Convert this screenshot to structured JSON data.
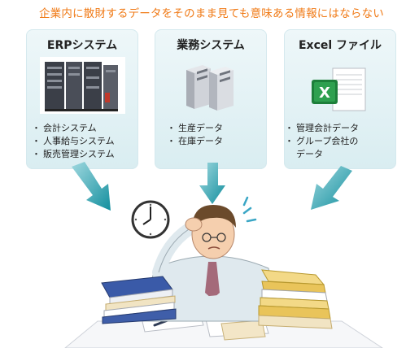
{
  "headline": "企業内に散財するデータをそのまま見ても意味ある情報にはならない",
  "panels": [
    {
      "title": "ERPシステム",
      "icon": "server-rack-icon",
      "items": [
        "会計システム",
        "人事給与システム",
        "販売管理システム"
      ]
    },
    {
      "title": "業務システム",
      "icon": "desktop-tower-servers-icon",
      "items": [
        "生産データ",
        "在庫データ"
      ]
    },
    {
      "title": "Excel ファイル",
      "icon": "excel-file-icon",
      "items": [
        "管理会計データ",
        "グループ会社の\nデータ"
      ]
    }
  ],
  "colors": {
    "headline": "#f07a16",
    "arrow": "#1aa5b2",
    "panel_bg": "#e3f2f5"
  },
  "illustration": "overwhelmed-worker-illustration"
}
